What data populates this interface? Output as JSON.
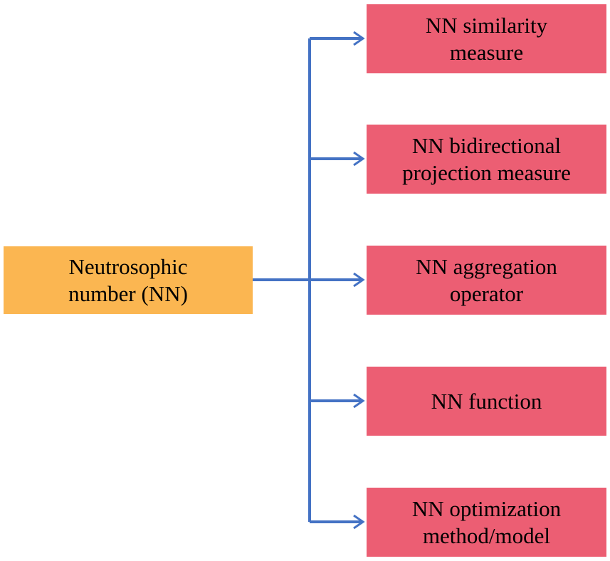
{
  "diagram": {
    "root": {
      "label": "Neutrosophic\nnumber (NN)",
      "color": "#FBB651"
    },
    "children": [
      {
        "label": "NN similarity\nmeasure"
      },
      {
        "label": "NN bidirectional\nprojection measure"
      },
      {
        "label": "NN aggregation\noperator"
      },
      {
        "label": "NN function"
      },
      {
        "label": "NN optimization\nmethod/model"
      }
    ],
    "child_color": "#EC5E73",
    "connector_color": "#4472C4"
  }
}
